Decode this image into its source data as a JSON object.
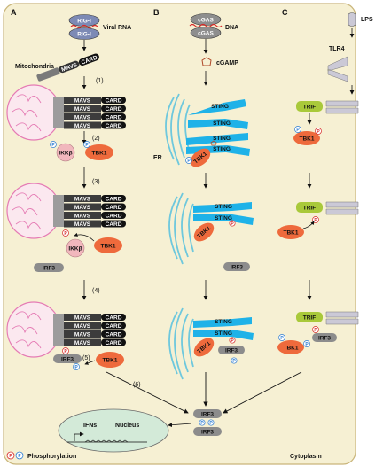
{
  "panels": {
    "a": "A",
    "b": "B",
    "c": "C"
  },
  "labels": {
    "viral_rna": "Viral RNA",
    "dna": "DNA",
    "lps": "LPS",
    "tlr4": "TLR4",
    "mitochondria": "Mitochondria",
    "cgamp": "cGAMP",
    "er": "ER",
    "nucleus": "Nucleus",
    "ifns": "IFNs",
    "cytoplasm": "Cytoplasm",
    "phosphorylation": "Phosphorylation"
  },
  "steps": {
    "s1": "(1)",
    "s2": "(2)",
    "s3": "(3)",
    "s4": "(4)",
    "s5": "(5)",
    "s6": "(6)"
  },
  "proteins": {
    "rigi": "RIG-I",
    "mavs": "MAVS",
    "card": "CARD",
    "cgas": "cGAS",
    "sting": "STING",
    "trif": "TRIF",
    "tbk1": "TBK1",
    "ikkb": "IKKβ",
    "irf3": "IRF3",
    "p": "P"
  },
  "colors": {
    "cytoplasm": "#f6f0d3",
    "mavs": "#3c3c3c",
    "card": "#111111",
    "tbk1": "#ee6a3c",
    "ikkb": "#f1b7bd",
    "sting": "#1fb2e8",
    "trif": "#a9c93a",
    "irf3": "#8c8c8c",
    "receptor": "#cbc9d6",
    "mito": "#e57bb4",
    "er": "#6ec8dd",
    "nucleus": "#d3ead8",
    "p_red": "#d62828",
    "p_blue": "#2b7cd3"
  }
}
